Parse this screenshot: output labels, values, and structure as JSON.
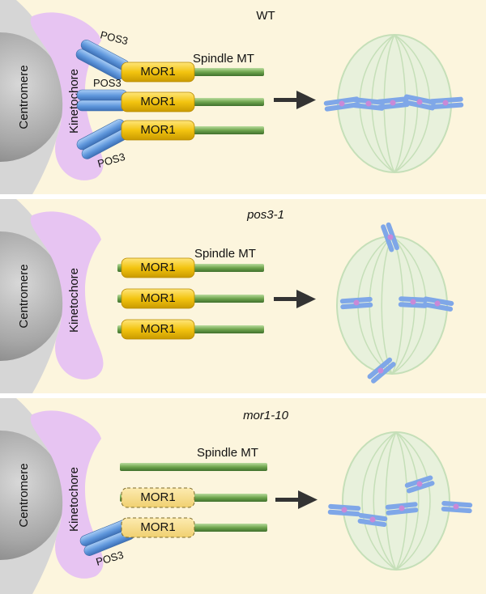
{
  "colors": {
    "panel_bg": "#fcf5dd",
    "centromere": "#9e9e9e",
    "kinetochore": "#e8c6f2",
    "mor1": "#f2c81a",
    "mor1_dashed": "#f7dd7a",
    "pos3": "#6aa1e0",
    "microtubule": "#6fa24e",
    "spindle": "#cfe5c6",
    "arrow": "#333333"
  },
  "panels": [
    {
      "title": "WT",
      "title_italic": false,
      "centromere_label": "Centromere",
      "kinetochore_label": "Kinetochore",
      "spindle_mt_label": "Spindle MT",
      "mor1_labels": [
        "MOR1",
        "MOR1",
        "MOR1"
      ],
      "pos3_labels": [
        "POS3",
        "POS3",
        "POS3"
      ]
    },
    {
      "title": "pos3-1",
      "title_italic": true,
      "centromere_label": "Centromere",
      "kinetochore_label": "Kinetochore",
      "spindle_mt_label": "Spindle MT",
      "mor1_labels": [
        "MOR1",
        "MOR1",
        "MOR1"
      ]
    },
    {
      "title": "mor1-10",
      "title_italic": true,
      "centromere_label": "Centromere",
      "kinetochore_label": "Kinetochore",
      "spindle_mt_label": "Spindle MT",
      "mor1_labels": [
        "MOR1",
        "MOR1"
      ],
      "pos3_labels": [
        "POS3"
      ]
    }
  ]
}
